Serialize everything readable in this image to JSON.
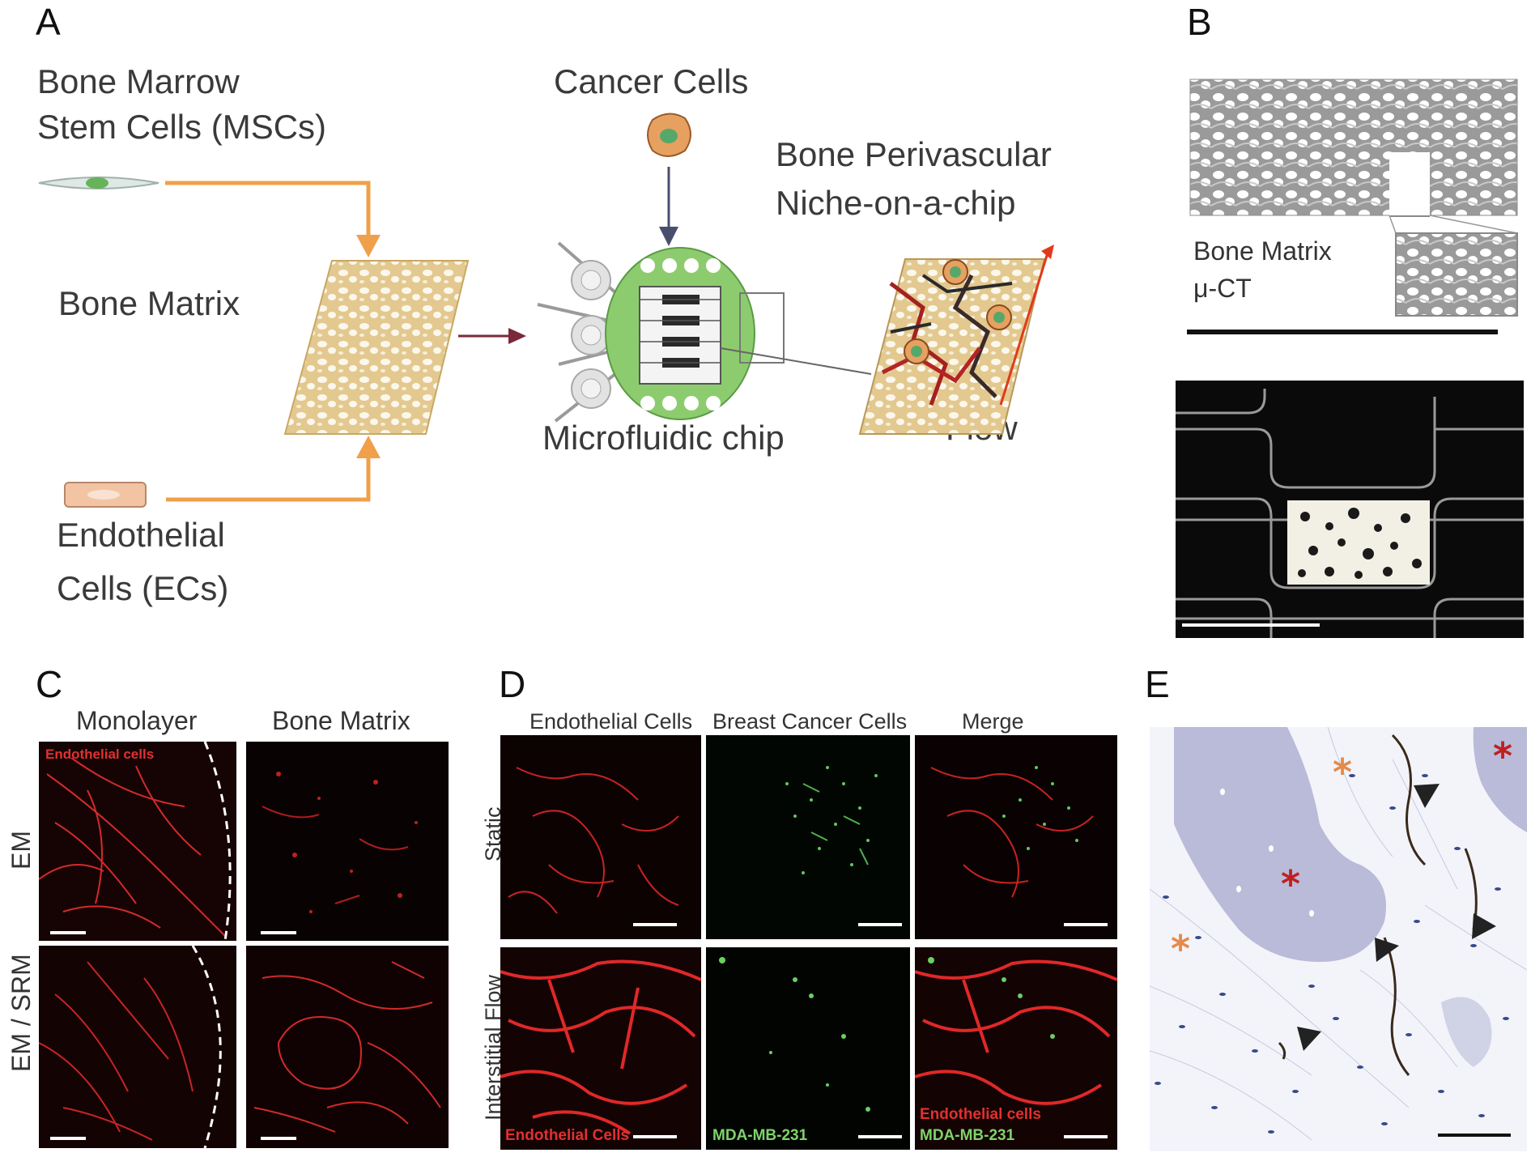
{
  "panels": {
    "a": "A",
    "b": "B",
    "c": "C",
    "d": "D",
    "e": "E"
  },
  "panel_a": {
    "msc_label": [
      "Bone Marrow",
      "Stem Cells (MSCs)"
    ],
    "cancer_label": "Cancer Cells",
    "niche_label": [
      "Bone Perivascular",
      "Niche-on-a-chip"
    ],
    "matrix_label": "Bone Matrix",
    "chip_label": "Microfluidic chip",
    "flow_label": "Flow",
    "ec_label": [
      "Endothelial",
      "Cells (ECs)"
    ]
  },
  "panel_b": {
    "ct_label": [
      "Bone Matrix",
      "μ-CT"
    ]
  },
  "panel_c": {
    "col_headers": [
      "Monolayer",
      "Bone Matrix"
    ],
    "row_labels": [
      "EM",
      "EM / SRM"
    ],
    "overlay": "Endothelial cells"
  },
  "panel_d": {
    "col_headers": [
      "Endothelial Cells",
      "Breast Cancer Cells",
      "Merge"
    ],
    "row_labels": [
      "Static",
      "Interstitial Flow"
    ],
    "overlay_ec": "Endothelial Cells",
    "overlay_mda": "MDA-MB-231",
    "overlay_merge_ec": "Endothelial cells",
    "overlay_merge_mda": "MDA-MB-231"
  },
  "colors": {
    "orange_arrow": "#f0a04a",
    "navy_arrow": "#4a4e6e",
    "maroon_arrow": "#7a2a3a",
    "red_signal": "#e02424",
    "green_signal": "#6ad060",
    "histology_bg": "#f3f4fa",
    "bone_purple": "#b9bbd8"
  }
}
